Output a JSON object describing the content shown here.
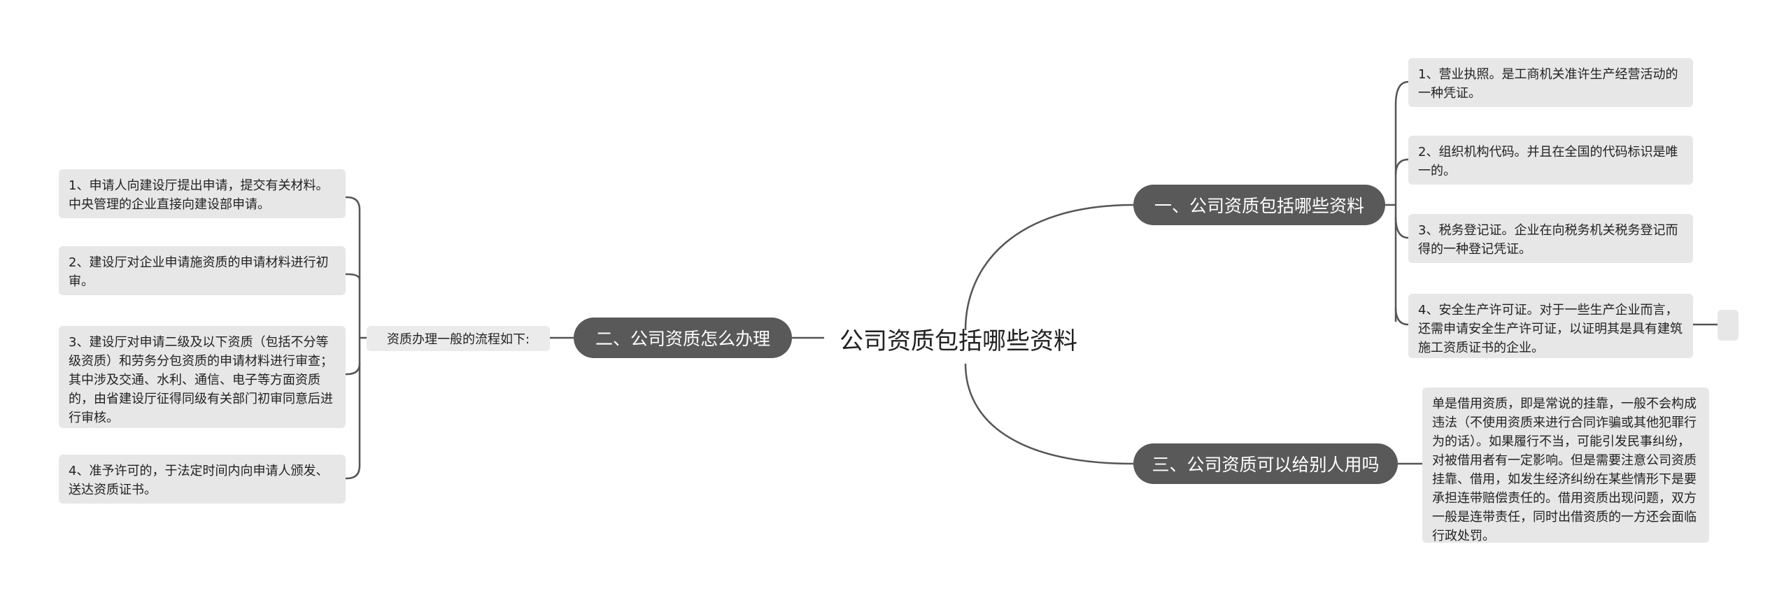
{
  "central_topic": "公司资质包括哪些资料",
  "branches": [
    {
      "label": "一、公司资质包括哪些资料",
      "items": [
        "1、营业执照。是工商机关准许生产经营活动的一种凭证。",
        "2、组织机构代码。并且在全国的代码标识是唯一的。",
        "3、税务登记证。企业在向税务机关税务登记而得的一种登记凭证。",
        "4、安全生产许可证。对于一些生产企业而言，还需申请安全生产许可证，以证明其是具有建筑施工资质证书的企业。"
      ]
    },
    {
      "label": "二、公司资质怎么办理",
      "sub_label": "资质办理一般的流程如下:",
      "items": [
        "1、申请人向建设厅提出申请，提交有关材料。中央管理的企业直接向建设部申请。",
        "2、建设厅对企业申请施资质的申请材料进行初审。",
        "3、建设厅对申请二级及以下资质（包括不分等级资质）和劳务分包资质的申请材料进行审查；其中涉及交通、水利、通信、电子等方面资质的，由省建设厅征得同级有关部门初审同意后进行审核。",
        "4、准予许可的，于法定时间内向申请人颁发、送达资质证书。"
      ]
    },
    {
      "label": "三、公司资质可以给别人用吗",
      "items": [
        "单是借用资质，即是常说的挂靠，一般不会构成违法（不使用资质来进行合同诈骗或其他犯罪行为的话）。如果履行不当，可能引发民事纠纷，对被借用者有一定影响。但是需要注意公司资质挂靠、借用，如发生经济纠纷在某些情形下是要承担连带赔偿责任的。借用资质出现问题，双方一般是连带责任，同时出借资质的一方还会面临行政处罚。"
      ]
    }
  ],
  "colors": {
    "branch_fill": "#595959",
    "leaf_fill": "#e7e7e7",
    "connector": "#555555"
  }
}
